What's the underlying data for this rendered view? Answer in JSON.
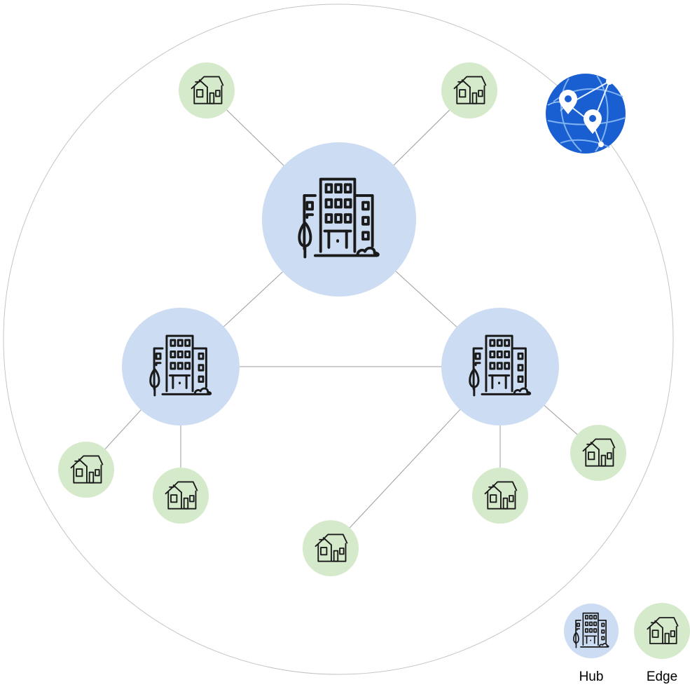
{
  "colors": {
    "hub_fill": "#ccdcf2",
    "edge_fill": "#d5eacb",
    "link": "#9c9c9c",
    "boundary": "#c4c4c4",
    "icon_stroke": "#1a1a1a",
    "globe_blue": "#1a5fd1",
    "globe_light": "#7fb2f0"
  },
  "nodes": [
    {
      "id": "central-hub",
      "type": "hub",
      "icon": "office-building-icon"
    },
    {
      "id": "left-hub",
      "type": "hub",
      "icon": "office-building-icon"
    },
    {
      "id": "right-hub",
      "type": "hub",
      "icon": "office-building-icon"
    },
    {
      "id": "edge-top-left",
      "type": "edge",
      "icon": "house-icon"
    },
    {
      "id": "edge-top-right",
      "type": "edge",
      "icon": "house-icon"
    },
    {
      "id": "edge-left-1",
      "type": "edge",
      "icon": "house-icon"
    },
    {
      "id": "edge-left-2",
      "type": "edge",
      "icon": "house-icon"
    },
    {
      "id": "edge-bottom",
      "type": "edge",
      "icon": "house-icon"
    },
    {
      "id": "edge-right-1",
      "type": "edge",
      "icon": "house-icon"
    },
    {
      "id": "edge-right-2",
      "type": "edge",
      "icon": "house-icon"
    }
  ],
  "links": [
    {
      "from": "central-hub",
      "to": "edge-top-left"
    },
    {
      "from": "central-hub",
      "to": "edge-top-right"
    },
    {
      "from": "central-hub",
      "to": "left-hub"
    },
    {
      "from": "central-hub",
      "to": "right-hub"
    },
    {
      "from": "left-hub",
      "to": "right-hub"
    },
    {
      "from": "left-hub",
      "to": "edge-left-1"
    },
    {
      "from": "left-hub",
      "to": "edge-left-2"
    },
    {
      "from": "right-hub",
      "to": "edge-bottom"
    },
    {
      "from": "right-hub",
      "to": "edge-right-1"
    },
    {
      "from": "right-hub",
      "to": "edge-right-2"
    }
  ],
  "globe": {
    "icon": "globe-location-pins-icon"
  },
  "legend": {
    "hub_label": "Hub",
    "edge_label": "Edge"
  }
}
